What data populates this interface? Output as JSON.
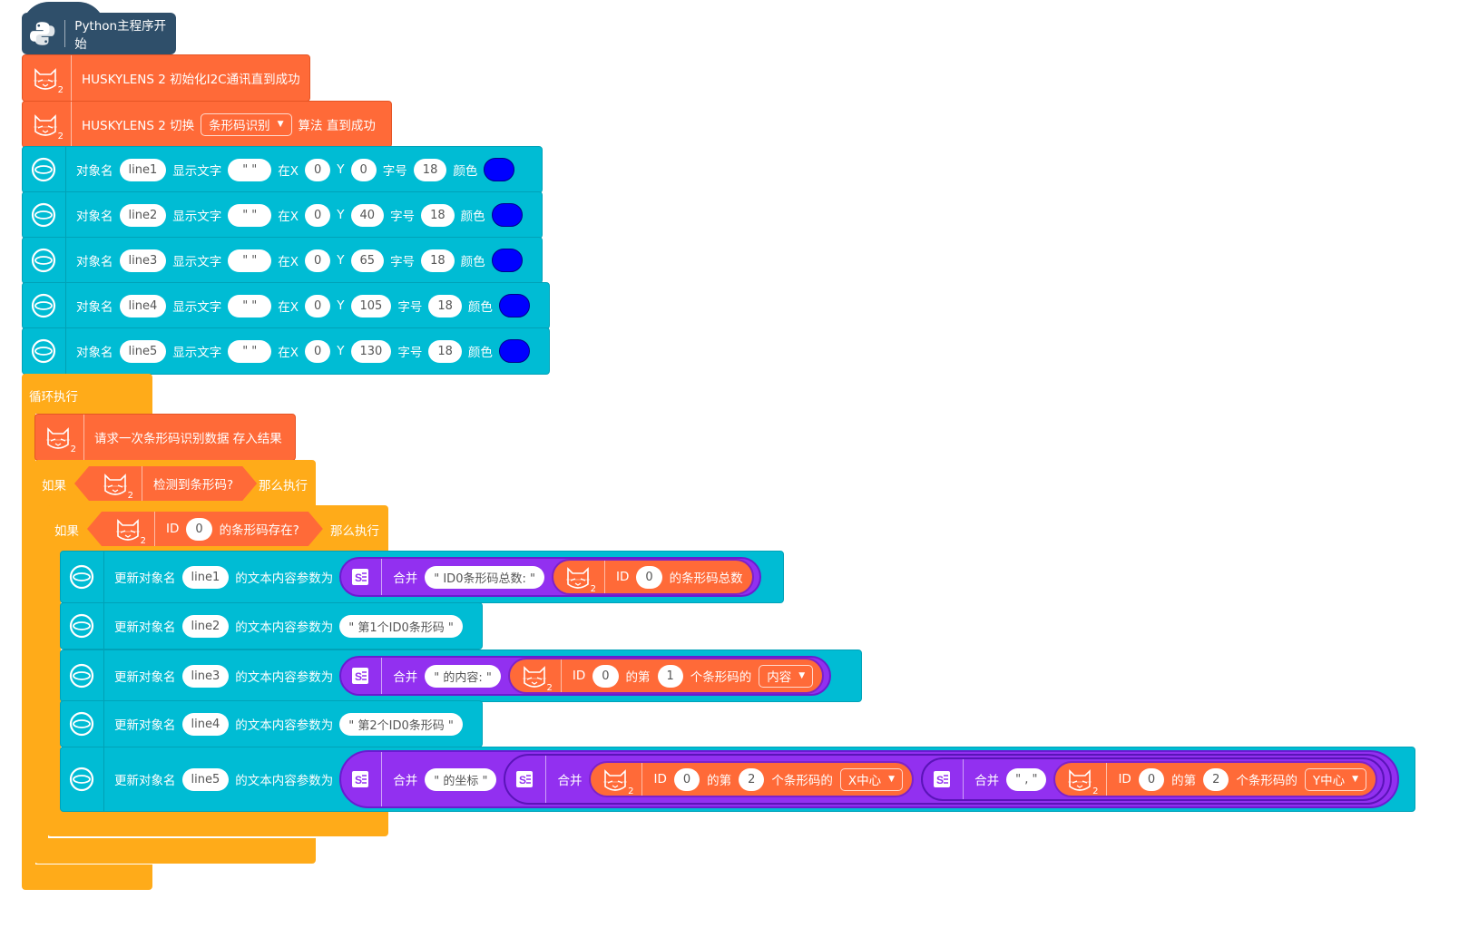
{
  "main": {
    "label": "Python主程序开始"
  },
  "init": {
    "label": "HUSKYLENS 2 初始化I2C通讯直到成功"
  },
  "switch_algo": {
    "prefix": "HUSKYLENS 2 切换",
    "dropdown": "条形码识别",
    "suffix": "算法 直到成功"
  },
  "oled_show": {
    "obj_label": "对象名",
    "text_label": "显示文字",
    "x_label": "在X",
    "y_label": "Y",
    "size_label": "字号",
    "color_label": "颜色",
    "rows": [
      {
        "name": "line1",
        "text": "\" \"",
        "x": "0",
        "y": "0",
        "size": "18"
      },
      {
        "name": "line2",
        "text": "\" \"",
        "x": "0",
        "y": "40",
        "size": "18"
      },
      {
        "name": "line3",
        "text": "\" \"",
        "x": "0",
        "y": "65",
        "size": "18"
      },
      {
        "name": "line4",
        "text": "\" \"",
        "x": "0",
        "y": "105",
        "size": "18"
      },
      {
        "name": "line5",
        "text": "\" \"",
        "x": "0",
        "y": "130",
        "size": "18"
      }
    ]
  },
  "loop": {
    "label": "循环执行"
  },
  "request": {
    "label": "请求一次条形码识别数据 存入结果"
  },
  "if1": {
    "if": "如果",
    "cond": "检测到条形码?",
    "then": "那么执行"
  },
  "if2": {
    "if": "如果",
    "id_label": "ID",
    "id": "0",
    "cond": "的条形码存在?",
    "then": "那么执行"
  },
  "update": {
    "prefix": "更新对象名",
    "suffix": "的文本内容参数为",
    "join": "合并",
    "id_label": "ID",
    "nth_label": "的第",
    "of_label": "个条形码的",
    "row1": {
      "name": "line1",
      "str": "\" ID0条形码总数: \"",
      "id": "0",
      "tail": "的条形码总数"
    },
    "row2": {
      "name": "line2",
      "str": "\" 第1个ID0条形码 \""
    },
    "row3": {
      "name": "line3",
      "str": "\" 的内容: \"",
      "id": "0",
      "n": "1",
      "prop": "内容"
    },
    "row4": {
      "name": "line4",
      "str": "\" 第2个ID0条形码 \""
    },
    "row5": {
      "name": "line5",
      "str": "\" 的坐标 \"",
      "id1": "0",
      "n1": "2",
      "prop1": "X中心",
      "comma": "\" , \"",
      "id2": "0",
      "n2": "2",
      "prop2": "Y中心"
    }
  },
  "icons": {
    "python": "python-logo-icon",
    "huskylens": "huskylens-cat-icon",
    "oled": "oled-ring-icon",
    "text": "text-join-icon"
  },
  "colors": {
    "huskylens": "#ff6a38",
    "oled": "#00bcd4",
    "loop": "#ffab19",
    "text": "#9230f0",
    "header": "#2f4f6a",
    "swatch": "#0000ff"
  }
}
